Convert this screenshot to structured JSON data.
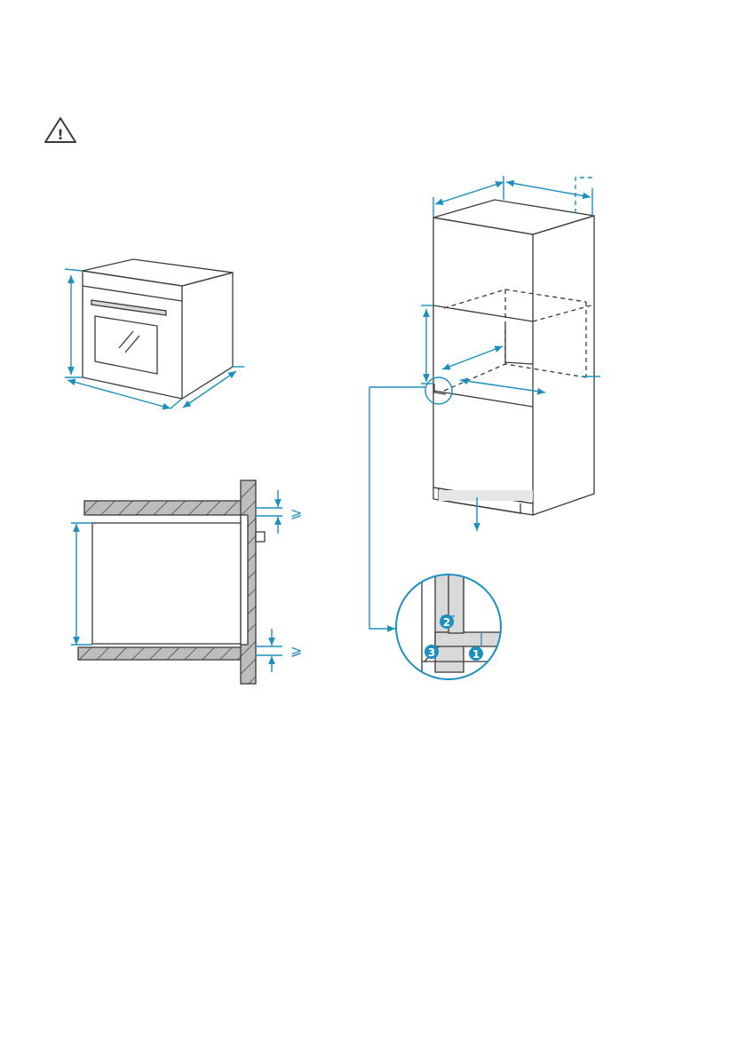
{
  "warning": {
    "icon": "warning-triangle-icon",
    "symbol": "!"
  },
  "clearance": {
    "symbol_top": "⩾",
    "symbol_bottom": "⩾"
  },
  "callouts": [
    {
      "id": "1",
      "label": "1"
    },
    {
      "id": "2",
      "label": "2"
    },
    {
      "id": "3",
      "label": "3"
    }
  ],
  "colors": {
    "line": "#3a3a3a",
    "dimension": "#1a8fc0",
    "hatch_fill": "#bdbdbd",
    "callout_fill": "#1a8fc0",
    "page": "#ffffff"
  }
}
